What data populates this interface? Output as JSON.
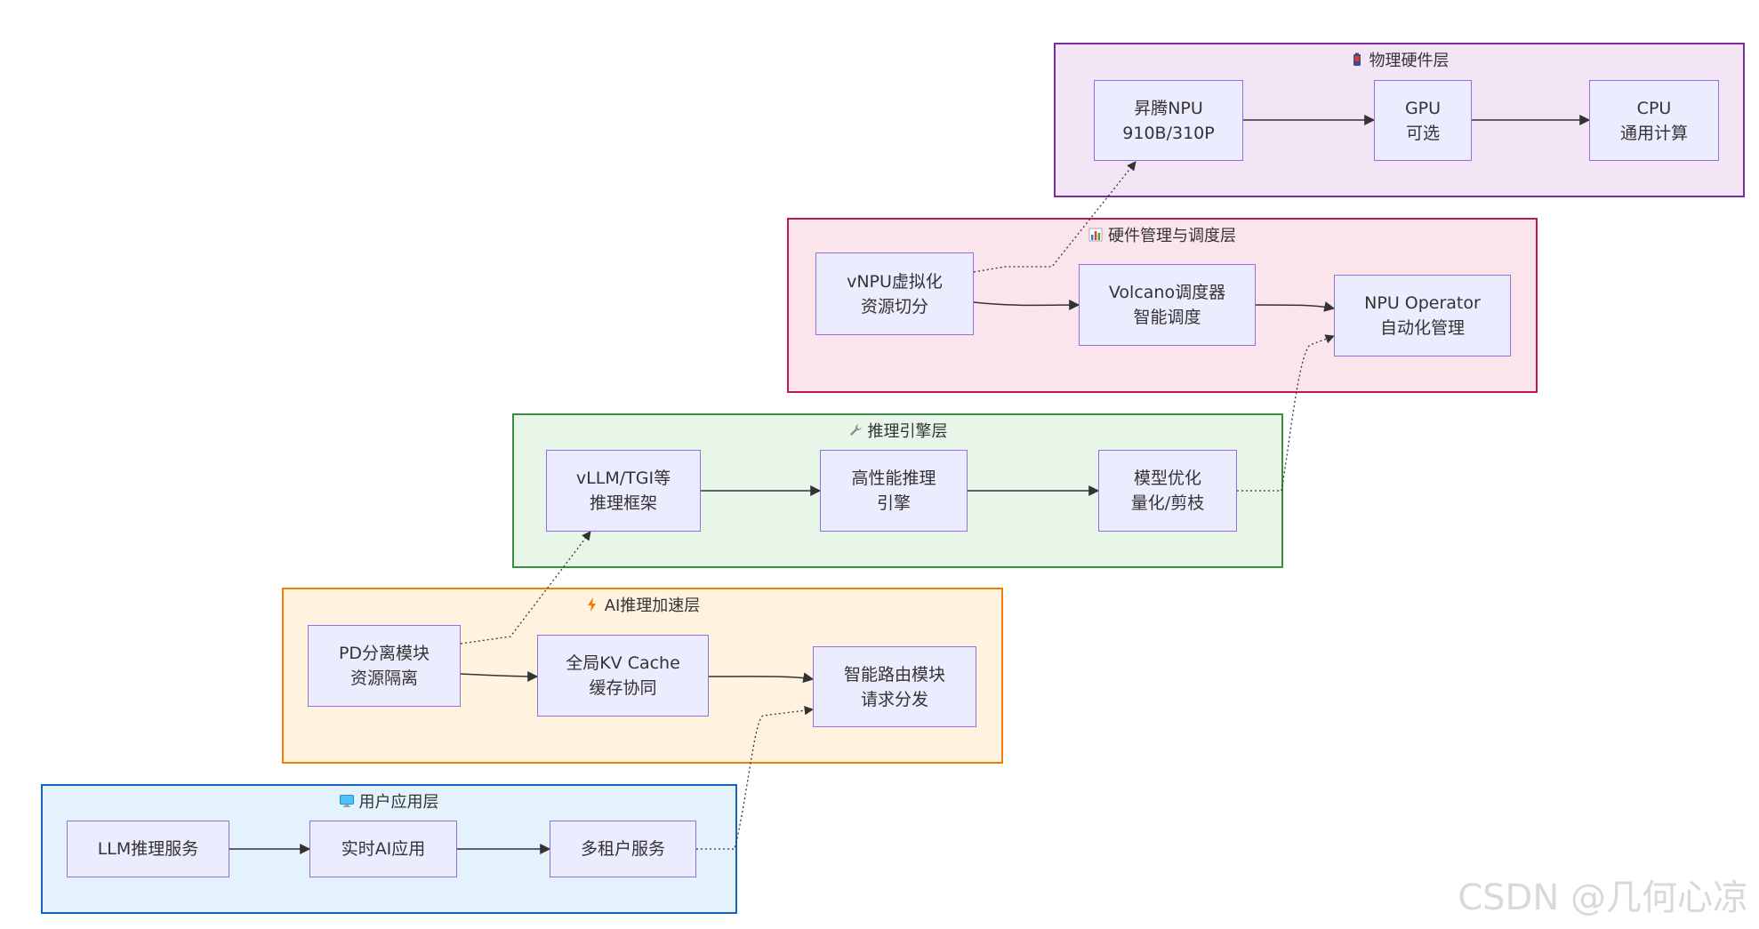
{
  "layers": {
    "physical": {
      "title": "物理硬件层",
      "icon": "battery-icon",
      "border": "#7B2C9E",
      "fill": "#F3E5F5"
    },
    "management": {
      "title": "硬件管理与调度层",
      "icon": "bar-chart-icon",
      "border": "#C2185B",
      "fill": "#FCE4EC"
    },
    "engine": {
      "title": "推理引擎层",
      "icon": "wrench-icon",
      "border": "#388E3C",
      "fill": "#E8F5E9"
    },
    "accel": {
      "title": "AI推理加速层",
      "icon": "lightning-icon",
      "border": "#F57C00",
      "fill": "#FFF3E0"
    },
    "user": {
      "title": "用户应用层",
      "icon": "monitor-icon",
      "border": "#1565C0",
      "fill": "#E3F2FD"
    }
  },
  "nodes": {
    "npu": {
      "line1": "昇腾NPU",
      "line2": "910B/310P"
    },
    "gpu": {
      "line1": "GPU",
      "line2": "可选"
    },
    "cpu": {
      "line1": "CPU",
      "line2": "通用计算"
    },
    "vnpu": {
      "line1": "vNPU虚拟化",
      "line2": "资源切分"
    },
    "volcano": {
      "line1": "Volcano调度器",
      "line2": "智能调度"
    },
    "operator": {
      "line1": "NPU Operator",
      "line2": "自动化管理"
    },
    "vllm": {
      "line1": "vLLM/TGI等",
      "line2": "推理框架"
    },
    "hpengine": {
      "line1": "高性能推理",
      "line2": "引擎"
    },
    "modelopt": {
      "line1": "模型优化",
      "line2": "量化/剪枝"
    },
    "pd": {
      "line1": "PD分离模块",
      "line2": "资源隔离"
    },
    "kvcache": {
      "line1": "全局KV Cache",
      "line2": "缓存协同"
    },
    "router": {
      "line1": "智能路由模块",
      "line2": "请求分发"
    },
    "llmsvc": {
      "line1": "LLM推理服务"
    },
    "realtime": {
      "line1": "实时AI应用"
    },
    "tenant": {
      "line1": "多租户服务"
    }
  },
  "watermark": "CSDN @几何心凉"
}
